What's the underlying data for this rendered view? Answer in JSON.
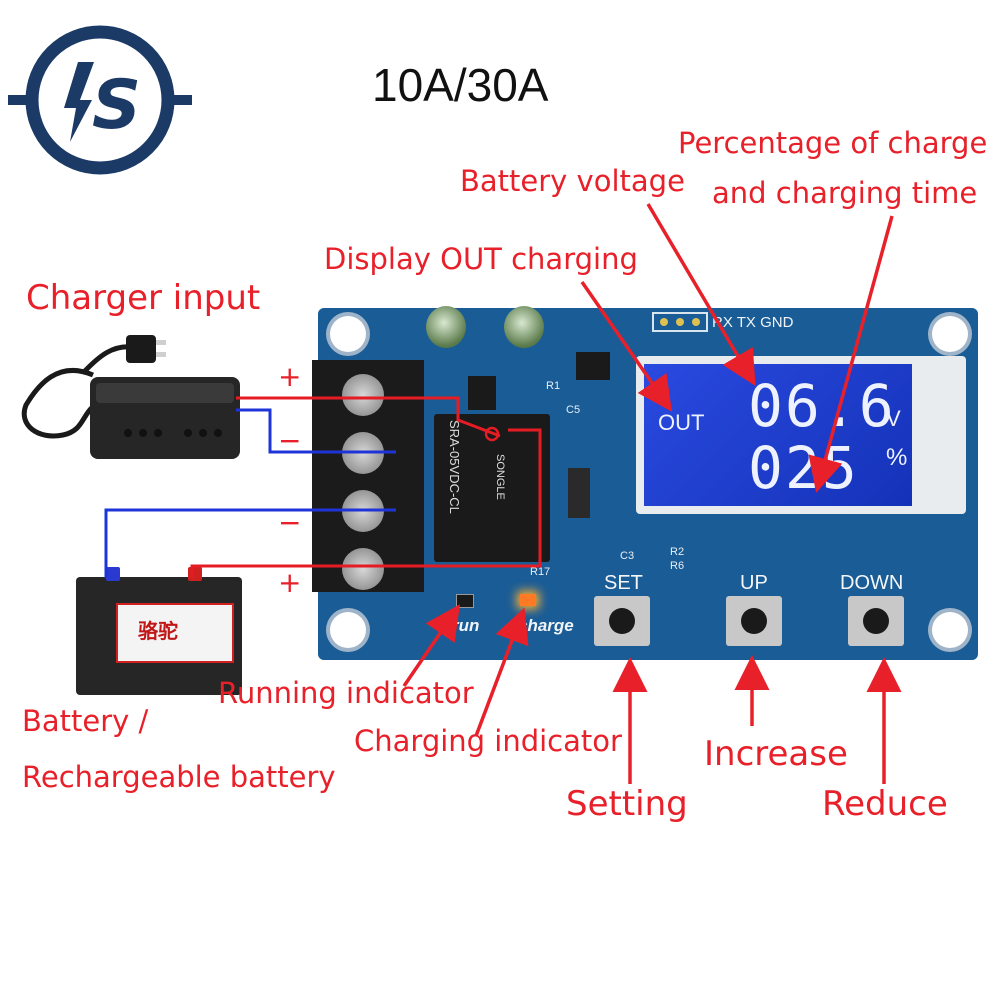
{
  "title": "10A/30A",
  "logo": {
    "letters": "IS",
    "color": "#1b3a66",
    "bolt": "#1b3a66"
  },
  "labels": {
    "charger_input": "Charger input",
    "display_out": "Display OUT charging",
    "battery_voltage": "Battery voltage",
    "percentage_line1": "Percentage of charge",
    "percentage_line2": "and charging time",
    "running_indicator": "Running indicator",
    "charging_indicator": "Charging indicator",
    "battery_line1": "Battery /",
    "battery_line2": "Rechargeable battery",
    "setting": "Setting",
    "increase": "Increase",
    "reduce": "Reduce"
  },
  "terminals": {
    "plus_top": "+",
    "minus_upper": "−",
    "minus_lower": "−",
    "plus_bottom": "+"
  },
  "board": {
    "header_pins": "RX TX GND",
    "relay_text": "SRA-05VDC-CL",
    "relay_brand": "SONGLE",
    "led_run": "run",
    "led_charge": "charge",
    "btn_set": "SET",
    "btn_up": "UP",
    "btn_down": "DOWN",
    "silk": [
      "C3",
      "R2",
      "R6",
      "R17",
      "R1",
      "C5"
    ]
  },
  "lcd": {
    "out": "OUT",
    "voltage": "06.6",
    "voltage_unit": "V",
    "percent": "025",
    "percent_unit": "%"
  },
  "battery_sticker": "骆驼",
  "colors": {
    "accent": "#e8202a",
    "board": "#1a5c96",
    "lcd": "#1e3dcc",
    "wire_pos": "#e51c23",
    "wire_neg": "#1e34d8"
  }
}
